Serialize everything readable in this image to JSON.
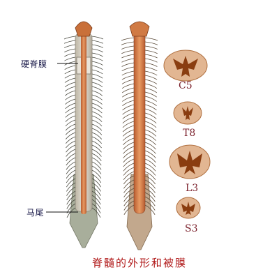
{
  "labels": {
    "dura": "硬脊膜",
    "cauda": "马尾"
  },
  "sections": [
    {
      "name": "C5"
    },
    {
      "name": "T8"
    },
    {
      "name": "L3"
    },
    {
      "name": "S3"
    }
  ],
  "caption": "脊髓的外形和被膜",
  "colors": {
    "cord": "#d9824e",
    "cord_dark": "#a8522a",
    "grey_matter": "#8a3d10",
    "white_matter": "#e2b692",
    "nerve": "#4a4a40",
    "dura": "#d9d4c8",
    "caption": "#b01818"
  }
}
